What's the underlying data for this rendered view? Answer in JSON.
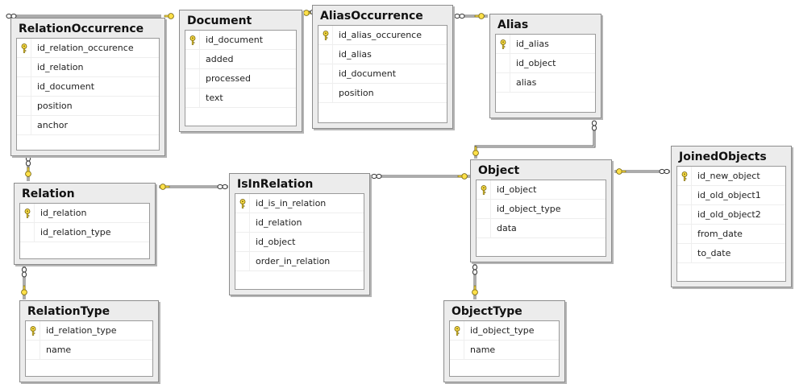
{
  "colors": {
    "key_fill": "#ffe14a",
    "key_stroke": "#6b5a00",
    "line": "#5a5a5a",
    "table_header": "#ececec",
    "table_border": "#8c8c8c"
  },
  "tables": {
    "relationOccurrence": {
      "title": "RelationOccurrence",
      "columns": [
        {
          "name": "id_relation_occurence",
          "pk": true
        },
        {
          "name": "id_relation",
          "pk": false
        },
        {
          "name": "id_document",
          "pk": false
        },
        {
          "name": "position",
          "pk": false
        },
        {
          "name": "anchor",
          "pk": false
        }
      ]
    },
    "document": {
      "title": "Document",
      "columns": [
        {
          "name": "id_document",
          "pk": true
        },
        {
          "name": "added",
          "pk": false
        },
        {
          "name": "processed",
          "pk": false
        },
        {
          "name": "text",
          "pk": false
        }
      ]
    },
    "aliasOccurrence": {
      "title": "AliasOccurrence",
      "columns": [
        {
          "name": "id_alias_occurence",
          "pk": true
        },
        {
          "name": "id_alias",
          "pk": false
        },
        {
          "name": "id_document",
          "pk": false
        },
        {
          "name": "position",
          "pk": false
        }
      ]
    },
    "alias": {
      "title": "Alias",
      "columns": [
        {
          "name": "id_alias",
          "pk": true
        },
        {
          "name": "id_object",
          "pk": false
        },
        {
          "name": "alias",
          "pk": false
        }
      ]
    },
    "relation": {
      "title": "Relation",
      "columns": [
        {
          "name": "id_relation",
          "pk": true
        },
        {
          "name": "id_relation_type",
          "pk": false
        }
      ]
    },
    "isInRelation": {
      "title": "IsInRelation",
      "columns": [
        {
          "name": "id_is_in_relation",
          "pk": true
        },
        {
          "name": "id_relation",
          "pk": false
        },
        {
          "name": "id_object",
          "pk": false
        },
        {
          "name": "order_in_relation",
          "pk": false
        }
      ]
    },
    "object": {
      "title": "Object",
      "columns": [
        {
          "name": "id_object",
          "pk": true
        },
        {
          "name": "id_object_type",
          "pk": false
        },
        {
          "name": "data",
          "pk": false
        }
      ]
    },
    "joinedObjects": {
      "title": "JoinedObjects",
      "columns": [
        {
          "name": "id_new_object",
          "pk": true
        },
        {
          "name": "id_old_object1",
          "pk": false
        },
        {
          "name": "id_old_object2",
          "pk": false
        },
        {
          "name": "from_date",
          "pk": false
        },
        {
          "name": "to_date",
          "pk": false
        }
      ]
    },
    "relationType": {
      "title": "RelationType",
      "columns": [
        {
          "name": "id_relation_type",
          "pk": true
        },
        {
          "name": "name",
          "pk": false
        }
      ]
    },
    "objectType": {
      "title": "ObjectType",
      "columns": [
        {
          "name": "id_object_type",
          "pk": true
        },
        {
          "name": "name",
          "pk": false
        }
      ]
    }
  }
}
